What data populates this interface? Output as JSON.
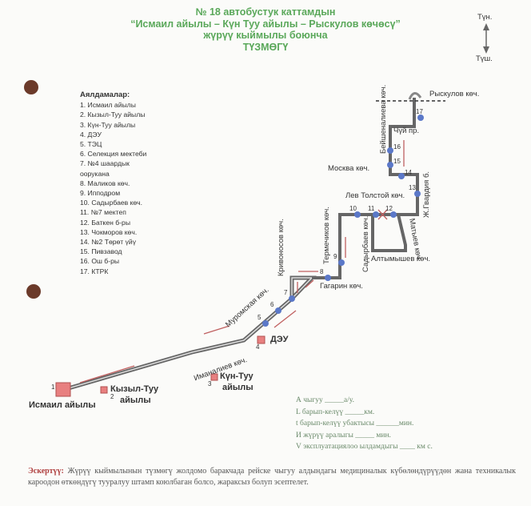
{
  "title": {
    "line1": "№ 18 автобустук каттамдын",
    "line2": "“Исмаил айылы – Күн Туу айылы – Рыскулов көчөсү”",
    "line3": "жүрүү кыймылы боюнча",
    "line4": "ТҮЗМӨГҮ"
  },
  "compass": {
    "north": "Түн.",
    "south": "Түш."
  },
  "legend": {
    "heading": "Аялдамалар:",
    "items": [
      "1. Исмаил айылы",
      "2. Кызыл-Туу айылы",
      "3. Күн-Туу айылы",
      "4. ДЭУ",
      "5. ТЭЦ",
      "6. Селекция мектеби",
      "7. №4 шаардык",
      "оорукана",
      "8. Маликов көч.",
      "9. Ипподром",
      "10. Садырбаев көч.",
      "11. №7 мектеп",
      "12. Баткен б-ры",
      "13. Чокморов көч.",
      "14. №2 Төрөт үйү",
      "15. Пивзавод",
      "16. Ош б-ры",
      "17. КТРК"
    ]
  },
  "streets": {
    "ryskulov": "Рыскулов көч.",
    "beishenalieva": "Бейшеналиева көч.",
    "chui": "Чүй пр.",
    "moskva": "Москва көч.",
    "gvardia": "Ж.Гвардия б.",
    "tolstoy": "Лев Толстой көч.",
    "termechikov": "Термечиков көч.",
    "sadyrbaev": "Садырбаев көч.",
    "matyev": "Матыев көч.",
    "altymyshev": "Алтымышев көч.",
    "krivonosov": "Кривоносов көч.",
    "gagarin": "Гагарин көч.",
    "muromskaya": "Муромская көч.",
    "imanaliev": "Иманалиев көч."
  },
  "places": {
    "ismail": "Исмаил айылы",
    "kyzyl1": "Кызыл-Туу",
    "kyzyl2": "айылы",
    "kun1": "Күн-Туу",
    "kun2": "айылы",
    "deu": "ДЭУ"
  },
  "stop_numbers": [
    "1",
    "2",
    "3",
    "4",
    "5",
    "6",
    "7",
    "8",
    "9",
    "10",
    "11",
    "12",
    "13",
    "14",
    "15",
    "16",
    "17"
  ],
  "stats": [
    "А чыгуу _____а/у.",
    "L барып-келүү _____км.",
    "t барып-келүү убактысы ______мин.",
    "И жүрүү аралыгы _____ мин.",
    "V эксплуатациялоо ылдамдыгы ____ км с."
  ],
  "note": {
    "label": "Эскертүү:",
    "text": " Жүрүү кыймылынын түзмөгү жолдомо баракчада рейске чыгуу алдындагы медициналык күбөлөндүрүүдөн жана техникалык кароодон өткөндүгү тууралуу штамп коюлбаган болсо, жараксыз болуп эсептелет."
  },
  "colors": {
    "title": "#5aa85a",
    "route": "#555555",
    "stop": "#5b78c8",
    "terminal": "#e88080",
    "arrow": "#c06060"
  }
}
